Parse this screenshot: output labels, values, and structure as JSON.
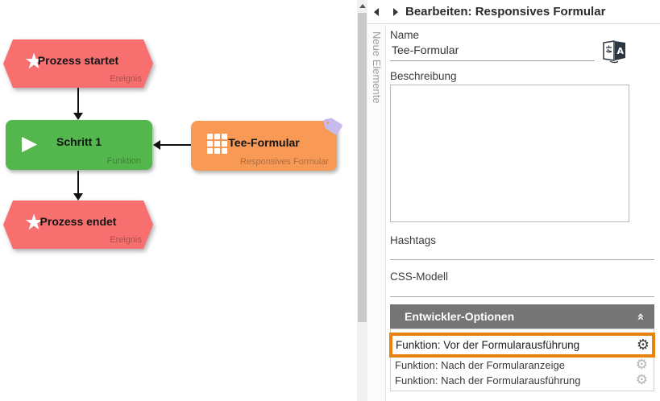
{
  "colors": {
    "event_node": "#f7706f",
    "function_node": "#54b74d",
    "form_node": "#f89a56",
    "dev_header_bg": "#757575",
    "highlight_border": "#e8820d",
    "tag_badge": "#c7baed"
  },
  "icons": {
    "star": "★",
    "play": "▶",
    "gear": "⚙",
    "chevrons_up": "«"
  },
  "canvas": {
    "nodes": [
      {
        "id": "start",
        "title": "Prozess startet",
        "type_label": "Ereignis"
      },
      {
        "id": "step1",
        "title": "Schritt 1",
        "type_label": "Funktion"
      },
      {
        "id": "form",
        "title": "Tee-Formular",
        "type_label": "Responsives Formular"
      },
      {
        "id": "end",
        "title": "Prozess endet",
        "type_label": "Ereignis"
      }
    ]
  },
  "sidebar_tab": {
    "label": "Neue Elemente"
  },
  "panel": {
    "header": {
      "title": "Bearbeiten: Responsives Formular"
    },
    "fields": {
      "name": {
        "label": "Name",
        "value": "Tee-Formular"
      },
      "description": {
        "label": "Beschreibung",
        "value": ""
      },
      "hashtags": {
        "label": "Hashtags",
        "value": ""
      },
      "css_model": {
        "label": "CSS-Modell",
        "value": ""
      }
    },
    "developer_options": {
      "title": "Entwickler-Optionen",
      "items": [
        {
          "label": "Funktion: Vor der Formularausführung",
          "highlighted": true
        },
        {
          "label": "Funktion: Nach der Formularanzeige",
          "highlighted": false
        },
        {
          "label": "Funktion: Nach der Formularausführung",
          "highlighted": false
        }
      ]
    }
  }
}
